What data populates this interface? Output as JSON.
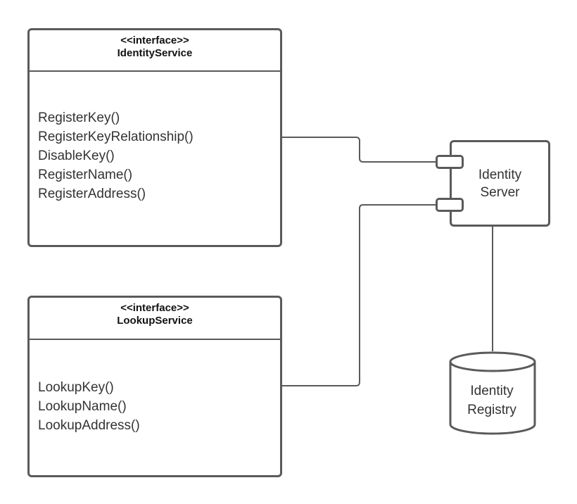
{
  "interfaces": [
    {
      "stereotype": "<<interface>>",
      "name": "IdentityService",
      "methods": [
        "RegisterKey()",
        "RegisterKeyRelationship()",
        "DisableKey()",
        "RegisterName()",
        "RegisterAddress()"
      ]
    },
    {
      "stereotype": "<<interface>>",
      "name": "LookupService",
      "methods": [
        "LookupKey()",
        "LookupName()",
        "LookupAddress()"
      ]
    }
  ],
  "component": {
    "label": "Identity\nServer"
  },
  "database": {
    "label": "Identity\nRegistry"
  },
  "colors": {
    "stroke": "#5a5a5a",
    "text": "#333333",
    "background": "#ffffff"
  }
}
